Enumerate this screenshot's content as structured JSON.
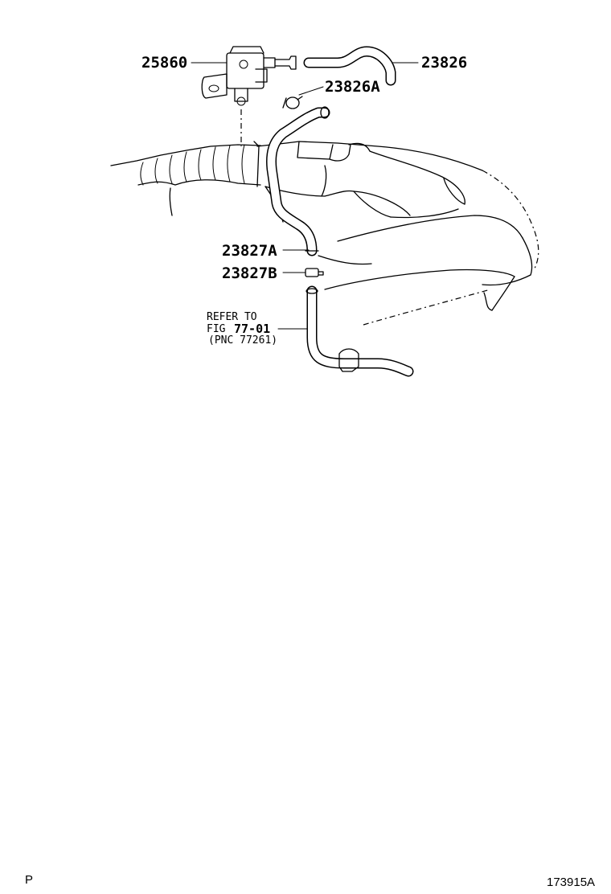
{
  "parts": {
    "vsv": "25860",
    "hose_upper": "23826",
    "clamp_upper": "23826A",
    "hose_lower": "23827A",
    "clamp_lower": "23827B"
  },
  "reference": {
    "line1": "REFER TO",
    "line2_prefix": "FIG",
    "line2_fig": "77-01",
    "line3": "(PNC 77261)"
  },
  "footer": {
    "left": "P",
    "right": "173915A"
  }
}
